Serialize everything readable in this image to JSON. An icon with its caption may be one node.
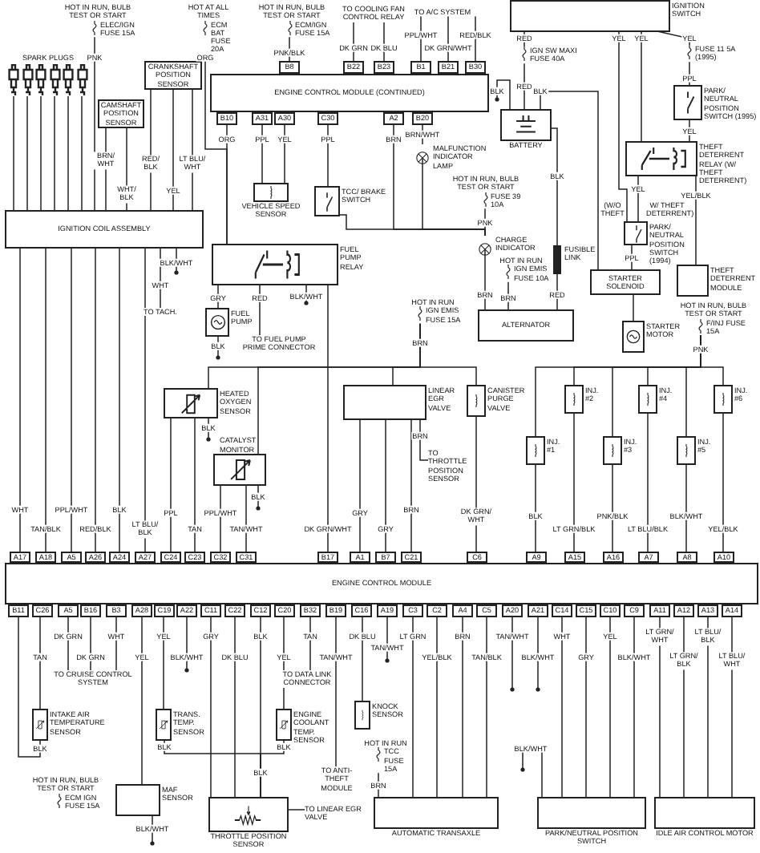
{
  "diagram": {
    "nodes": [
      {
        "text": [
          "HOT IN RUN, BULB TEST OR START",
          "ELEC/IGN FUSE 15A"
        ]
      },
      {
        "text": [],
        "shape": "picture"
      },
      {
        "text": [],
        "shape": "picture"
      },
      {
        "text": [],
        "shape": "picture"
      },
      {
        "text": [],
        "shape": "picture"
      },
      {
        "text": [],
        "shape": "picture"
      },
      {
        "text": [],
        "shape": "picture"
      },
      {
        "text": [
          "CRANKSHAFT POSITION SENSOR"
        ]
      },
      {
        "text": [
          "CAMSHAFT POSITION SENSOR"
        ]
      },
      {
        "text": [
          "IGNITION COIL ASSEMBLY"
        ]
      },
      {
        "text": [
          "TO TACH."
        ]
      },
      {
        "text": [
          "HOT AT ALL TIMES",
          "ECM BAT FUSE 20A"
        ]
      },
      {
        "text": [
          "HOT IN RUN, BULB TEST OR START",
          "ECM/IGN FUSE 15A"
        ]
      },
      {
        "text": [
          "TO COOLING FAN CONTROL RELAY"
        ]
      },
      {
        "text": [
          "TO A/C SYSTEM"
        ]
      },
      {
        "text": [
          "ENGINE CONTROL MODULE (CONTINUED)"
        ]
      },
      {
        "text": [
          "B8"
        ]
      },
      {
        "text": [
          "B22"
        ]
      },
      {
        "text": [
          "B23"
        ]
      },
      {
        "text": [
          "B1"
        ]
      },
      {
        "text": [
          "B21"
        ]
      },
      {
        "text": [
          "B30"
        ]
      },
      {
        "text": [
          "B10"
        ]
      },
      {
        "text": [
          "A31"
        ]
      },
      {
        "text": [
          "A30"
        ]
      },
      {
        "text": [
          "C30"
        ]
      },
      {
        "text": [
          "A2"
        ]
      },
      {
        "text": [
          "B20"
        ]
      },
      {
        "text": [
          "VEHICLE SPEED SENSOR"
        ]
      },
      {
        "text": [
          "TCC/ BRAKE SWITCH"
        ]
      },
      {
        "text": [
          "FUEL PUMP RELAY"
        ]
      },
      {
        "text": [
          "FUEL PUMP"
        ]
      },
      {
        "text": [
          "TO FUEL PUMP PRIME CONNECTOR"
        ]
      },
      {
        "text": [
          "HEATED OXYGEN SENSOR"
        ]
      },
      {
        "text": [
          "CATALYST MONITOR"
        ]
      },
      {
        "text": [
          "MALFUNCTION INDICATOR LAMP"
        ]
      },
      {
        "text": [
          "HOT IN RUN, BULB TEST OR START",
          "FUSE 39 10A"
        ]
      },
      {
        "text": [
          "CHARGE INDICATOR"
        ]
      },
      {
        "text": [
          "HOT IN RUN",
          "IGN EMIS FUSE 10A"
        ]
      },
      {
        "text": [
          "IGNITION SWITCH"
        ]
      },
      {
        "text": [
          "IGN SW MAXI FUSE 40A"
        ]
      },
      {
        "text": [
          "BATTERY"
        ]
      },
      {
        "text": [
          "FUSIBLE LINK"
        ]
      },
      {
        "text": [
          "ALTERNATOR"
        ]
      },
      {
        "text": [
          "FUSE 11 5A (1995)"
        ]
      },
      {
        "text": [
          "PARK/ NEUTRAL POSITION SWITCH (1995)"
        ]
      },
      {
        "text": [
          "THEFT DETERRENT RELAY (W/ THEFT DETERRENT)"
        ]
      },
      {
        "text": [
          "PARK/ NEUTRAL POSITION SWITCH (1994)"
        ]
      },
      {
        "text": [
          "STARTER SOLENOID"
        ]
      },
      {
        "text": [
          "STARTER MOTOR"
        ]
      },
      {
        "text": [
          "THEFT DETERRENT MODULE"
        ]
      },
      {
        "text": [
          "HOT IN RUN, BULB TEST OR START",
          "F/INJ FUSE 15A"
        ]
      },
      {
        "text": [
          "LINEAR EGR VALVE"
        ]
      },
      {
        "text": [
          "CANISTER PURGE VALVE"
        ]
      },
      {
        "text": [
          "TO THROTTLE POSITION SENSOR"
        ]
      },
      {
        "text": [
          "INJ. #1"
        ]
      },
      {
        "text": [
          "INJ. #2"
        ]
      },
      {
        "text": [
          "INJ. #3"
        ]
      },
      {
        "text": [
          "INJ. #4"
        ]
      },
      {
        "text": [
          "INJ. #5"
        ]
      },
      {
        "text": [
          "INJ. #6"
        ]
      },
      {
        "text": [
          "A17"
        ]
      },
      {
        "text": [
          "A18"
        ]
      },
      {
        "text": [
          "A5"
        ]
      },
      {
        "text": [
          "A26"
        ]
      },
      {
        "text": [
          "A24"
        ]
      },
      {
        "text": [
          "A27"
        ]
      },
      {
        "text": [
          "C24"
        ]
      },
      {
        "text": [
          "C23"
        ]
      },
      {
        "text": [
          "C32"
        ]
      },
      {
        "text": [
          "C31"
        ]
      },
      {
        "text": [
          "B17"
        ]
      },
      {
        "text": [
          "A1"
        ]
      },
      {
        "text": [
          "B7"
        ]
      },
      {
        "text": [
          "C21"
        ]
      },
      {
        "text": [
          "C6"
        ]
      },
      {
        "text": [
          "A9"
        ]
      },
      {
        "text": [
          "A15"
        ]
      },
      {
        "text": [
          "A16"
        ]
      },
      {
        "text": [
          "A7"
        ]
      },
      {
        "text": [
          "A8"
        ]
      },
      {
        "text": [
          "A10"
        ]
      },
      {
        "text": [
          "ENGINE CONTROL MODULE"
        ]
      },
      {
        "text": [
          "B11"
        ]
      },
      {
        "text": [
          "C26"
        ]
      },
      {
        "text": [
          "A5"
        ]
      },
      {
        "text": [
          "B16"
        ]
      },
      {
        "text": [
          "B3"
        ]
      },
      {
        "text": [
          "A28"
        ]
      },
      {
        "text": [
          "C19"
        ]
      },
      {
        "text": [
          "A22"
        ]
      },
      {
        "text": [
          "C11"
        ]
      },
      {
        "text": [
          "C22"
        ]
      },
      {
        "text": [
          "C12"
        ]
      },
      {
        "text": [
          "C20"
        ]
      },
      {
        "text": [
          "B32"
        ]
      },
      {
        "text": [
          "B19"
        ]
      },
      {
        "text": [
          "C16"
        ]
      },
      {
        "text": [
          "A19"
        ]
      },
      {
        "text": [
          "C3"
        ]
      },
      {
        "text": [
          "C2"
        ]
      },
      {
        "text": [
          "A4"
        ]
      },
      {
        "text": [
          "C5"
        ]
      },
      {
        "text": [
          "A20"
        ]
      },
      {
        "text": [
          "A21"
        ]
      },
      {
        "text": [
          "C14"
        ]
      },
      {
        "text": [
          "C15"
        ]
      },
      {
        "text": [
          "C10"
        ]
      },
      {
        "text": [
          "C9"
        ]
      },
      {
        "text": [
          "A11"
        ]
      },
      {
        "text": [
          "A12"
        ]
      },
      {
        "text": [
          "A13"
        ]
      },
      {
        "text": [
          "A14"
        ]
      },
      {
        "text": [
          "TO CRUISE CONTROL SYSTEM"
        ]
      },
      {
        "text": [
          "INTAKE AIR TEMPERATURE SENSOR"
        ]
      },
      {
        "text": [
          "TRANS. TEMP. SENSOR"
        ]
      },
      {
        "text": [
          "ENGINE COOLANT TEMP. SENSOR"
        ]
      },
      {
        "text": [
          "TO DATA LINK CONNECTOR"
        ]
      },
      {
        "text": [
          "KNOCK SENSOR"
        ]
      },
      {
        "text": [
          "TO ANTI-THEFT MODULE"
        ]
      },
      {
        "text": [
          "HOT IN RUN",
          "TCC FUSE 15A"
        ]
      },
      {
        "text": [
          "TO LINEAR EGR VALVE"
        ]
      },
      {
        "text": [
          "HOT IN RUN, BULB TEST OR START",
          "ECM IGN FUSE 15A"
        ]
      },
      {
        "text": [
          "MAF SENSOR"
        ]
      },
      {
        "text": [
          "THROTTLE POSITION SENSOR"
        ]
      },
      {
        "text": [
          "AUTOMATIC TRANSAXLE"
        ]
      },
      {
        "text": [
          "PARK/NEUTRAL POSITION SWITCH"
        ]
      },
      {
        "text": [
          "IDLE AIR CONTROL MOTOR"
        ]
      },
      {
        "text": [
          "HOT IN RUN",
          "IGN EMIS FUSE 15A"
        ]
      }
    ],
    "edges": [
      {
        "from": 0,
        "to": 9,
        "arrow": "none",
        "label": "PNK"
      },
      {
        "from": 1,
        "to": 9,
        "arrow": "none"
      },
      {
        "from": 2,
        "to": 9,
        "arrow": "none"
      },
      {
        "from": 3,
        "to": 9,
        "arrow": "none"
      },
      {
        "from": 4,
        "to": 9,
        "arrow": "none"
      },
      {
        "from": 5,
        "to": 9,
        "arrow": "none"
      },
      {
        "from": 6,
        "to": 9,
        "arrow": "none"
      },
      {
        "from": 7,
        "to": 9,
        "arrow": "none",
        "label": "LT BLU/ WHT"
      },
      {
        "from": 7,
        "to": 9,
        "arrow": "none",
        "label": "YEL"
      },
      {
        "from": 7,
        "to": 9,
        "arrow": "none",
        "label": "RED/ BLK"
      },
      {
        "from": 8,
        "to": 9,
        "arrow": "none",
        "label": "BRN/ WHT"
      },
      {
        "from": 8,
        "to": 9,
        "arrow": "none",
        "label": "WHT/ BLK"
      },
      {
        "from": 9,
        "to": 10,
        "arrow": "none",
        "label": "WHT"
      },
      {
        "from": 9,
        "to": null,
        "arrow": "other",
        "label": "BLK/WHT"
      },
      {
        "from": 9,
        "to": 61,
        "arrow": "none",
        "label": "WHT"
      },
      {
        "from": 9,
        "to": 62,
        "arrow": "none",
        "label": "TAN/BLK"
      },
      {
        "from": 9,
        "to": 63,
        "arrow": "none",
        "label": "PPL/WHT"
      },
      {
        "from": 9,
        "to": 64,
        "arrow": "none",
        "label": "RED/BLK"
      },
      {
        "from": 9,
        "to": 65,
        "arrow": "none",
        "label": "BLK"
      },
      {
        "from": 9,
        "to": 66,
        "arrow": "none",
        "label": "LT BLU/ BLK"
      },
      {
        "from": 11,
        "to": 30,
        "arrow": "none",
        "label": "ORG"
      },
      {
        "from": 22,
        "to": 30,
        "arrow": "none",
        "label": "ORG"
      },
      {
        "from": 12,
        "to": 16,
        "arrow": "none",
        "label": "PNK/BLK"
      },
      {
        "from": 13,
        "to": 17,
        "arrow": "none",
        "label": "DK GRN"
      },
      {
        "from": 13,
        "to": 18,
        "arrow": "none",
        "label": "DK BLU"
      },
      {
        "from": 14,
        "to": 19,
        "arrow": "none",
        "label": "PPL/WHT"
      },
      {
        "from": 14,
        "to": 20,
        "arrow": "none",
        "label": "DK GRN/WHT"
      },
      {
        "from": 14,
        "to": 21,
        "arrow": "none",
        "label": "RED/BLK"
      },
      {
        "from": 23,
        "to": 28,
        "arrow": "none",
        "label": "PPL"
      },
      {
        "from": 24,
        "to": 28,
        "arrow": "none",
        "label": "YEL"
      },
      {
        "from": 25,
        "to": 29,
        "arrow": "none",
        "label": "PPL"
      },
      {
        "from": 26,
        "to": 37,
        "arrow": "none",
        "label": "BRN"
      },
      {
        "from": 27,
        "to": 35,
        "arrow": "none",
        "label": "BRN/WHT"
      },
      {
        "from": 35,
        "to": 37,
        "arrow": "none"
      },
      {
        "from": 29,
        "to": 37,
        "arrow": "none"
      },
      {
        "from": 36,
        "to": 37,
        "arrow": "none",
        "label": "PNK"
      },
      {
        "from": 37,
        "to": 43,
        "arrow": "none",
        "label": "BRN"
      },
      {
        "from": 38,
        "to": 43,
        "arrow": "none",
        "label": "BRN"
      },
      {
        "from": 42,
        "to": 43,
        "arrow": "none",
        "label": "RED"
      },
      {
        "from": 39,
        "to": 40,
        "arrow": "none",
        "label": "RED"
      },
      {
        "from": 40,
        "to": 41,
        "arrow": "none",
        "label": "RED"
      },
      {
        "from": 41,
        "to": 48,
        "arrow": "none",
        "label": "BLK"
      },
      {
        "from": 41,
        "to": 42,
        "arrow": "none",
        "label": "BLK"
      },
      {
        "from": 41,
        "to": null,
        "arrow": "other",
        "label": "BLK"
      },
      {
        "from": 39,
        "to": 44,
        "arrow": "none",
        "label": "YEL"
      },
      {
        "from": 44,
        "to": 45,
        "arrow": "none",
        "label": "PPL"
      },
      {
        "from": 45,
        "to": 46,
        "arrow": "none",
        "label": "YEL"
      },
      {
        "from": 39,
        "to": 46,
        "arrow": "none",
        "label": "YEL"
      },
      {
        "from": 39,
        "to": 47,
        "arrow": "none",
        "label": "YEL"
      },
      {
        "from": 46,
        "to": 47,
        "arrow": "none",
        "label": "YEL"
      },
      {
        "from": 46,
        "to": 50,
        "arrow": "none",
        "label": "YEL/BLK"
      },
      {
        "from": 47,
        "to": 48,
        "arrow": "none",
        "label": "PPL"
      },
      {
        "from": 48,
        "to": 49,
        "arrow": "none"
      },
      {
        "from": 51,
        "to": 55,
        "arrow": "none",
        "label": "PNK"
      },
      {
        "from": 51,
        "to": 56,
        "arrow": "none"
      },
      {
        "from": 51,
        "to": 57,
        "arrow": "none"
      },
      {
        "from": 51,
        "to": 58,
        "arrow": "none"
      },
      {
        "from": 51,
        "to": 59,
        "arrow": "none"
      },
      {
        "from": 51,
        "to": 60,
        "arrow": "none"
      },
      {
        "from": 55,
        "to": 76,
        "arrow": "none",
        "label": "BLK"
      },
      {
        "from": 56,
        "to": 77,
        "arrow": "none",
        "label": "LT GRN/BLK"
      },
      {
        "from": 57,
        "to": 78,
        "arrow": "none",
        "label": "PNK/BLK"
      },
      {
        "from": 58,
        "to": 79,
        "arrow": "none",
        "label": "LT BLU/BLK"
      },
      {
        "from": 59,
        "to": 80,
        "arrow": "none",
        "label": "BLK/WHT"
      },
      {
        "from": 60,
        "to": 81,
        "arrow": "none",
        "label": "YEL/BLK"
      },
      {
        "from": 128,
        "to": 52,
        "arrow": "none",
        "label": "BRN"
      },
      {
        "from": 128,
        "to": 53,
        "arrow": "none"
      },
      {
        "from": 128,
        "to": 33,
        "arrow": "none"
      },
      {
        "from": 128,
        "to": 34,
        "arrow": "none"
      },
      {
        "from": 30,
        "to": 31,
        "arrow": "none",
        "label": "GRY"
      },
      {
        "from": 30,
        "to": 32,
        "arrow": "none",
        "label": "RED"
      },
      {
        "from": 30,
        "to": null,
        "arrow": "other",
        "label": "BLK/WHT"
      },
      {
        "from": 31,
        "to": null,
        "arrow": "other",
        "label": "BLK"
      },
      {
        "from": 30,
        "to": 71,
        "arrow": "none",
        "label": "DK GRN/WHT"
      },
      {
        "from": 33,
        "to": 67,
        "arrow": "none",
        "label": "PPL"
      },
      {
        "from": 33,
        "to": 68,
        "arrow": "none",
        "label": "TAN"
      },
      {
        "from": 33,
        "to": null,
        "arrow": "other",
        "label": "BLK"
      },
      {
        "from": 34,
        "to": 69,
        "arrow": "none",
        "label": "PPL/WHT"
      },
      {
        "from": 34,
        "to": 70,
        "arrow": "none",
        "label": "TAN/WHT"
      },
      {
        "from": 34,
        "to": null,
        "arrow": "other",
        "label": "BLK"
      },
      {
        "from": 52,
        "to": 72,
        "arrow": "none",
        "label": "GRY"
      },
      {
        "from": 52,
        "to": 73,
        "arrow": "none",
        "label": "GRY"
      },
      {
        "from": 52,
        "to": 74,
        "arrow": "none",
        "label": "BRN"
      },
      {
        "from": 52,
        "to": 54,
        "arrow": "none",
        "label": "BRN"
      },
      {
        "from": 53,
        "to": 75,
        "arrow": "none",
        "label": "DK GRN/ WHT"
      },
      {
        "from": 114,
        "to": 83,
        "arrow": "none",
        "label": "BLK"
      },
      {
        "from": 84,
        "to": 114,
        "arrow": "none",
        "label": "TAN"
      },
      {
        "from": 85,
        "to": 113,
        "arrow": "none",
        "label": "DK GRN"
      },
      {
        "from": 86,
        "to": 113,
        "arrow": "none",
        "label": "DK GRN"
      },
      {
        "from": 87,
        "to": 113,
        "arrow": "none",
        "label": "WHT"
      },
      {
        "from": 88,
        "to": 123,
        "arrow": "none",
        "label": "YEL"
      },
      {
        "from": 89,
        "to": 115,
        "arrow": "none",
        "label": "YEL"
      },
      {
        "from": 90,
        "to": null,
        "arrow": "other",
        "label": "BLK/WHT"
      },
      {
        "from": 91,
        "to": 124,
        "arrow": "none",
        "label": "GRY"
      },
      {
        "from": 92,
        "to": 124,
        "arrow": "none",
        "label": "DK BLU"
      },
      {
        "from": 93,
        "to": 124,
        "arrow": "none",
        "label": "BLK"
      },
      {
        "from": 94,
        "to": 116,
        "arrow": "none",
        "label": "YEL"
      },
      {
        "from": 95,
        "to": 117,
        "arrow": "none",
        "label": "TAN"
      },
      {
        "from": 96,
        "to": 119,
        "arrow": "none",
        "label": "TAN/WHT"
      },
      {
        "from": 97,
        "to": 118,
        "arrow": "none",
        "label": "DK BLU"
      },
      {
        "from": 98,
        "to": null,
        "arrow": "other",
        "label": "TAN/WHT"
      },
      {
        "from": 99,
        "to": 125,
        "arrow": "none",
        "label": "LT GRN"
      },
      {
        "from": 100,
        "to": 125,
        "arrow": "none",
        "label": "YEL/BLK"
      },
      {
        "from": 101,
        "to": 125,
        "arrow": "none",
        "label": "BRN"
      },
      {
        "from": 102,
        "to": 125,
        "arrow": "none",
        "label": "TAN/BLK"
      },
      {
        "from": 103,
        "to": null,
        "arrow": "other",
        "label": "TAN/WHT"
      },
      {
        "from": 104,
        "to": null,
        "arrow": "other",
        "label": "BLK/WHT"
      },
      {
        "from": 105,
        "to": 126,
        "arrow": "none",
        "label": "WHT"
      },
      {
        "from": 106,
        "to": 126,
        "arrow": "none",
        "label": "GRY"
      },
      {
        "from": 107,
        "to": 126,
        "arrow": "none",
        "label": "YEL"
      },
      {
        "from": 108,
        "to": 126,
        "arrow": "none",
        "label": "BLK/WHT"
      },
      {
        "from": 109,
        "to": 127,
        "arrow": "none",
        "label": "LT GRN/ WHT"
      },
      {
        "from": 110,
        "to": 127,
        "arrow": "none",
        "label": "LT GRN/ BLK"
      },
      {
        "from": 111,
        "to": 127,
        "arrow": "none",
        "label": "LT BLU/ BLK"
      },
      {
        "from": 112,
        "to": 127,
        "arrow": "none",
        "label": "LT BLU/ WHT"
      },
      {
        "from": 115,
        "to": 124,
        "arrow": "none",
        "label": "BLK"
      },
      {
        "from": 116,
        "to": 124,
        "arrow": "none",
        "label": "BLK"
      },
      {
        "from": 120,
        "to": 125,
        "arrow": "none",
        "label": "BRN"
      },
      {
        "from": 123,
        "to": null,
        "arrow": "other",
        "label": "BLK/WHT"
      },
      {
        "from": 126,
        "to": null,
        "arrow": "other",
        "label": "BLK/WHT"
      },
      {
        "from": 124,
        "to": 121,
        "arrow": "none"
      }
    ],
    "labels": [
      "SPARK PLUGS",
      "(W/O THEFT",
      "W/ THEFT DETERRENT)",
      "BLK"
    ]
  }
}
